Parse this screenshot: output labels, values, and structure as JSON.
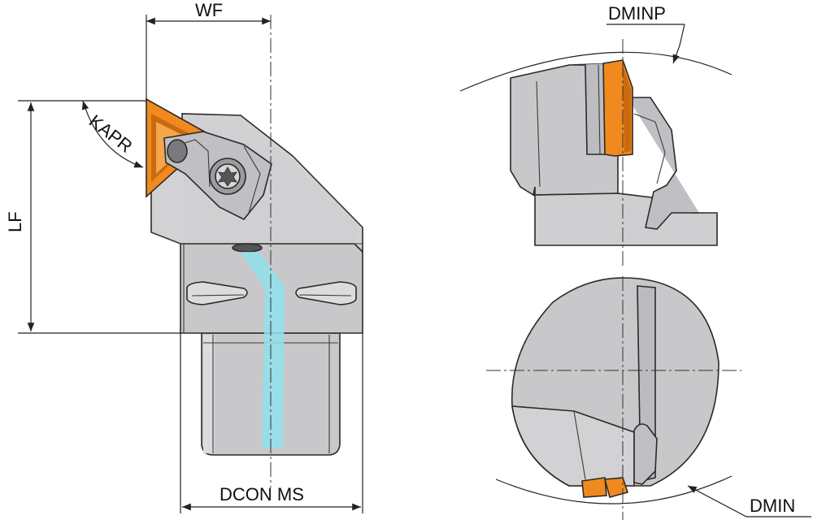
{
  "labels": {
    "wf": "WF",
    "lf": "LF",
    "kapr": "KAPR",
    "dcon_ms": "DCON MS",
    "dminp": "DMINP",
    "dmin": "DMIN"
  },
  "colors": {
    "body_gray": "#c8c8cb",
    "body_shadow": "#a6a6aa",
    "body_light": "#dcdcdf",
    "insert_orange": "#f08a1e",
    "insert_dark": "#c96a0e",
    "coolant_cyan": "#8fe0ec",
    "line_dark": "#222222"
  },
  "icons": {
    "screw": "torx-screw-icon",
    "arrow": "dimension-arrow-icon"
  }
}
